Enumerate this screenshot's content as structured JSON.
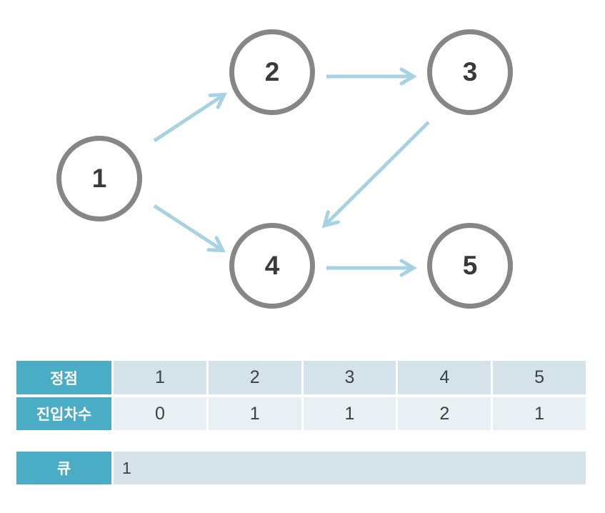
{
  "graph": {
    "nodes": [
      {
        "id": "1",
        "label": "1"
      },
      {
        "id": "2",
        "label": "2"
      },
      {
        "id": "3",
        "label": "3"
      },
      {
        "id": "4",
        "label": "4"
      },
      {
        "id": "5",
        "label": "5"
      }
    ],
    "edges": [
      {
        "from": "1",
        "to": "2"
      },
      {
        "from": "1",
        "to": "4"
      },
      {
        "from": "2",
        "to": "3"
      },
      {
        "from": "3",
        "to": "4"
      },
      {
        "from": "4",
        "to": "5"
      }
    ]
  },
  "indegree_table": {
    "vertex_header": "정점",
    "indegree_header": "진입차수",
    "vertices": [
      "1",
      "2",
      "3",
      "4",
      "5"
    ],
    "indegrees": [
      "0",
      "1",
      "1",
      "2",
      "1"
    ]
  },
  "queue": {
    "header": "큐",
    "items": "1"
  },
  "colors": {
    "header_teal": "#4BACC6",
    "cell_blue": "#D4E3EA",
    "cell_light": "#E9F0F4",
    "arrow_blue": "#A6D2E2",
    "node_border_gray": "#868686",
    "text_dark": "#404040"
  }
}
